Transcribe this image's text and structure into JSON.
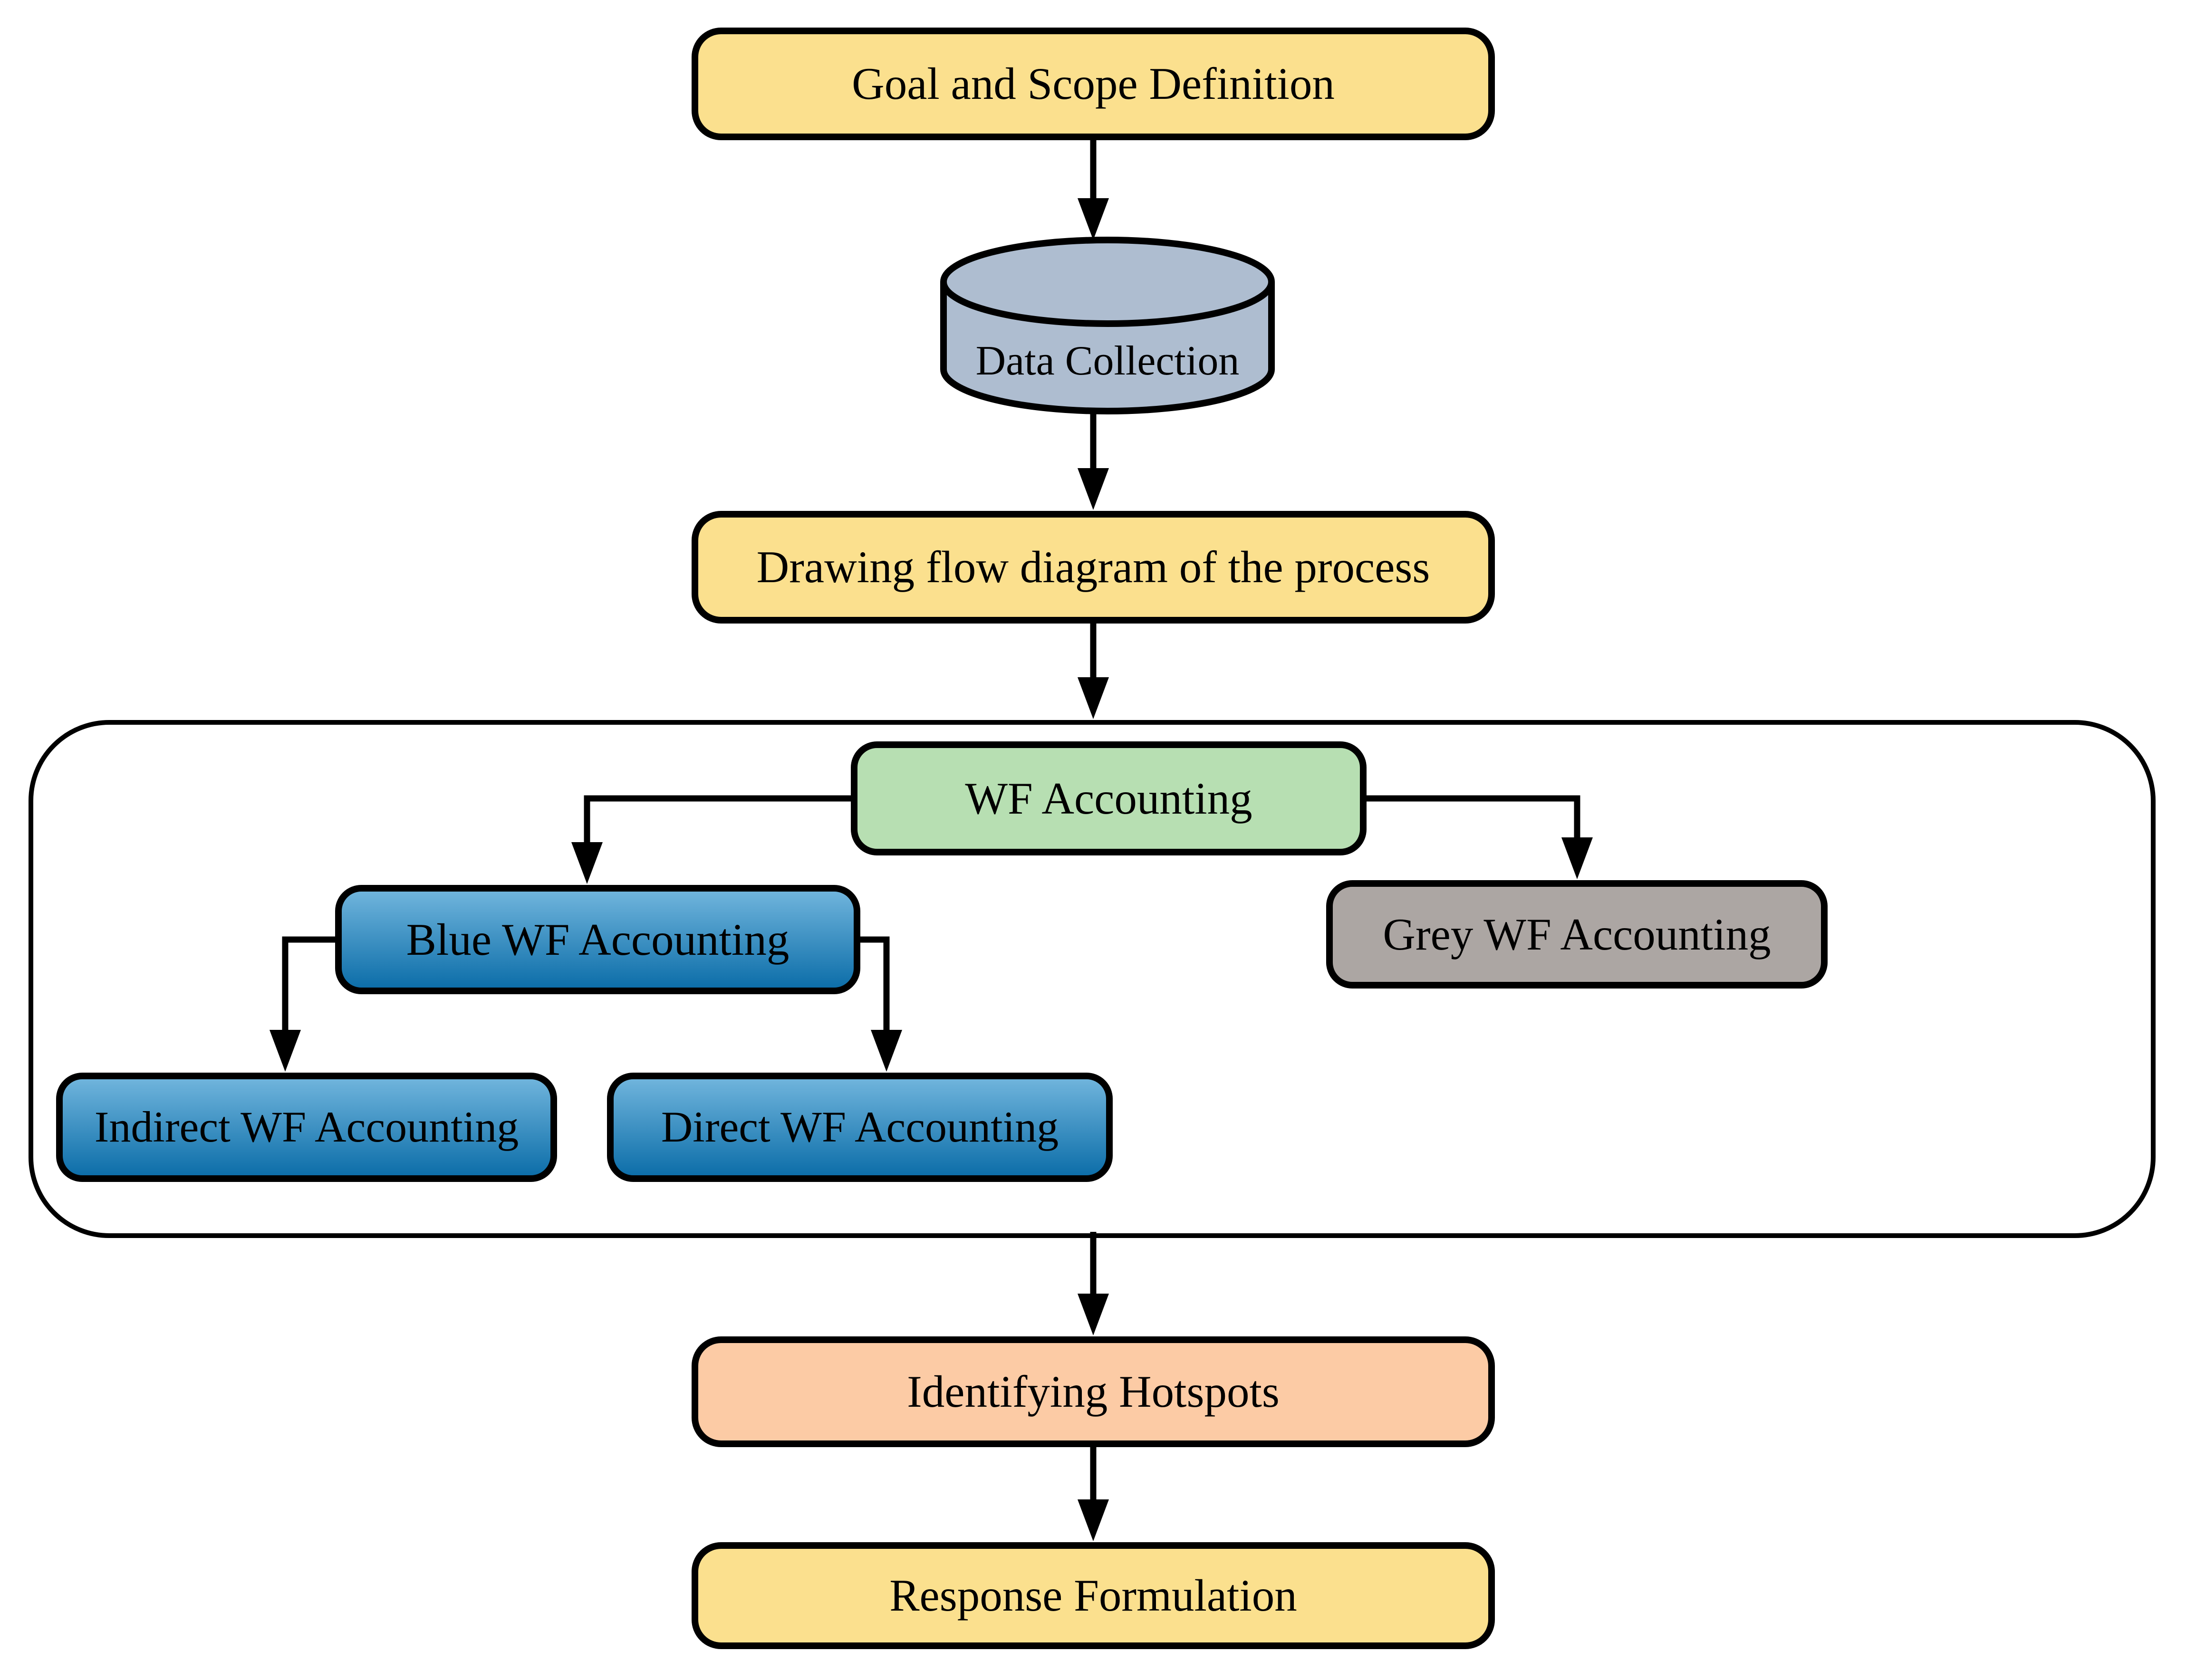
{
  "nodes": {
    "goal_scope": "Goal and Scope Definition",
    "data_collection": "Data Collection",
    "flow_diagram": "Drawing flow diagram of the process",
    "wf_accounting": "WF Accounting",
    "blue_wf": "Blue WF Accounting",
    "grey_wf": "Grey WF Accounting",
    "indirect_wf": "Indirect WF Accounting",
    "direct_wf": "Direct WF Accounting",
    "hotspots": "Identifying Hotspots",
    "response": "Response Formulation"
  },
  "edges": [
    {
      "from": "goal_scope",
      "to": "data_collection"
    },
    {
      "from": "data_collection",
      "to": "flow_diagram"
    },
    {
      "from": "flow_diagram",
      "to": "wf_accounting_group"
    },
    {
      "from": "wf_accounting",
      "to": "blue_wf"
    },
    {
      "from": "wf_accounting",
      "to": "grey_wf"
    },
    {
      "from": "blue_wf",
      "to": "indirect_wf"
    },
    {
      "from": "blue_wf",
      "to": "direct_wf"
    },
    {
      "from": "wf_accounting_group",
      "to": "hotspots"
    },
    {
      "from": "hotspots",
      "to": "response"
    }
  ],
  "colors": {
    "yellow": "#FBE08E",
    "peach": "#FCCBA5",
    "green": "#B7DFB2",
    "grey": "#ACA6A3",
    "cylinder": "#AEBDD0",
    "blue_top": "#6FB4DC",
    "blue_bottom": "#0D6EA9",
    "outline": "#000000"
  }
}
